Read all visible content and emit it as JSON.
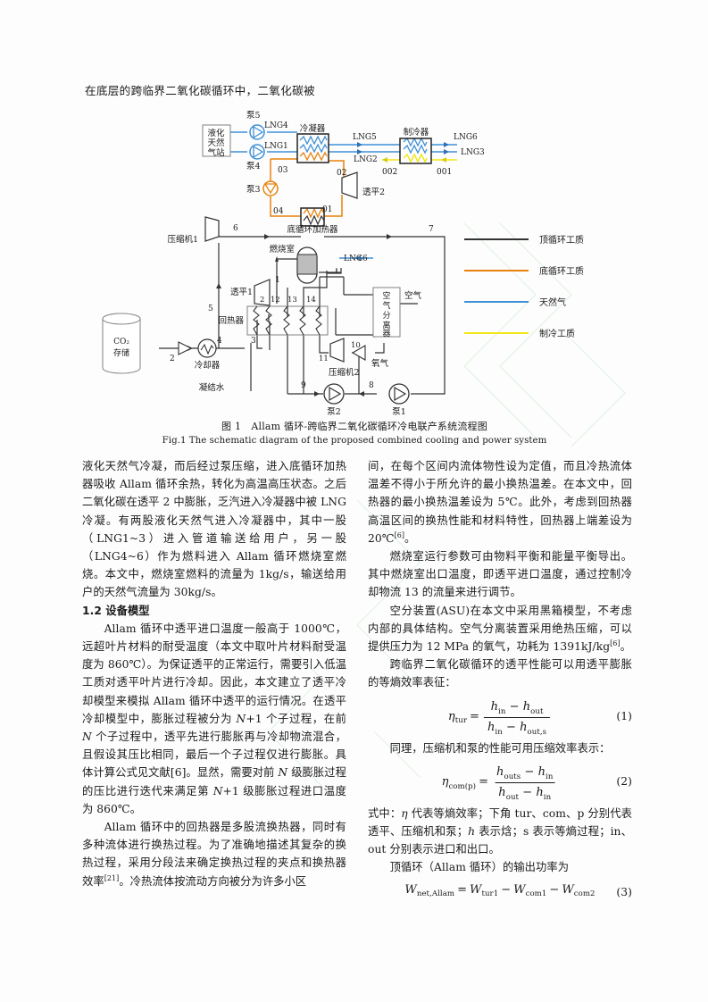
{
  "intro": {
    "line": "在底层的跨临界二氧化碳循环中，二氧化碳被"
  },
  "figure": {
    "caption_cn": "图 1　Allam 循环-跨临界二氧化碳循环冷电联产系统流程图",
    "caption_en": "Fig.1 The schematic diagram of the proposed combined cooling and power system",
    "colors": {
      "top_cycle": "#333333",
      "bottom_cycle": "#e8820c",
      "natural_gas": "#3f90d6",
      "refrigerant": "#f2e713",
      "box_stroke": "#222222",
      "component_gray": "#8c8c8c"
    },
    "legend": [
      {
        "label": "顶循环工质",
        "color": "#333333"
      },
      {
        "label": "底循环工质",
        "color": "#e8820c"
      },
      {
        "label": "天然气",
        "color": "#3f90d6"
      },
      {
        "label": "制冷工质",
        "color": "#f2e713"
      }
    ],
    "components": [
      {
        "name": "lng-station",
        "label": "液化\n天然\n气站"
      },
      {
        "name": "pump5",
        "label": "泵5"
      },
      {
        "name": "pump4",
        "label": "泵4"
      },
      {
        "name": "pump3",
        "label": "泵3"
      },
      {
        "name": "condenser",
        "label": "冷凝器"
      },
      {
        "name": "refrigerator",
        "label": "制冷器"
      },
      {
        "name": "turbine2",
        "label": "透平2"
      },
      {
        "name": "bottom-cycle-heater",
        "label": "底循环加热器"
      },
      {
        "name": "compressor1",
        "label": "压缩机1"
      },
      {
        "name": "combustor",
        "label": "燃烧室"
      },
      {
        "name": "turbine1",
        "label": "透平1"
      },
      {
        "name": "recuperator",
        "label": "回热器"
      },
      {
        "name": "cooler",
        "label": "冷却器"
      },
      {
        "name": "condensate-water",
        "label": "凝结水"
      },
      {
        "name": "co2-storage",
        "label": "CO₂\n存储"
      },
      {
        "name": "air-separation-unit",
        "label": "空\n气\n分\n离\n器"
      },
      {
        "name": "air",
        "label": "空气"
      },
      {
        "name": "oxygen",
        "label": "氧气"
      },
      {
        "name": "compressor2",
        "label": "压缩机2"
      },
      {
        "name": "pump1",
        "label": "泵1"
      },
      {
        "name": "pump2",
        "label": "泵2"
      }
    ],
    "stream_labels": [
      "LNG4",
      "LNG1",
      "LNG5",
      "LNG2",
      "LNG6",
      "LNG3",
      "03",
      "02",
      "04",
      "01",
      "002",
      "001",
      "1",
      "2",
      "3",
      "4",
      "5",
      "6",
      "7",
      "8",
      "9",
      "10",
      "11",
      "12",
      "13",
      "14"
    ]
  },
  "left_column": {
    "p1": "液化天然气冷凝，而后经过泵压缩，进入底循环加热器吸收 Allam 循环余热，转化为高温高压状态。之后二氧化碳在透平 2 中膨胀，乏汽进入冷凝器中被 LNG 冷凝。有两股液化天然气进入冷凝器中，其中一股（LNG1~3）进入管道输送给用户，另一股（LNG4~6）作为燃料进入 Allam 循环燃烧室燃烧。本文中，燃烧室燃料的流量为 1kg/s，输送给用户的天然气流量为 30kg/s。",
    "subhead": "1.2 设备模型",
    "p2_a": "Allam 循环中透平进口温度一般高于 1000℃，远超叶片材料的耐受温度（本文中取叶片材料耐受温度为 860℃）。为保证透平的正常运行，需要引入低温工质对透平叶片进行冷却。因此，本文建立了透平冷却模型来模拟 Allam 循环中透平的运行情况。在透平冷却模型中，膨胀过程被分为 ",
    "p2_N1": "N",
    "p2_b": "+1 个子过程，在前 ",
    "p2_N2": "N",
    "p2_c": " 个子过程中，透平先进行膨胀再与冷却物流混合，且假设其压比相同，最后一个子过程仅进行膨胀。具体计算公式见文献[6]。显然，需要对前 ",
    "p2_N3": "N",
    "p2_d": " 级膨胀过程的压比进行迭代来满足第 ",
    "p2_N4": "N",
    "p2_e": "+1 级膨胀过程进口温度为 860℃。",
    "p3_a": "Allam 循环中的回热器是多股流换热器，同时有多种流体进行换热过程。为了准确地描述其复杂的换热过程，采用分段法来确定换热过程的夹点和换热器效率",
    "p3_sup": "[21]",
    "p3_b": "。冷热流体按流动方向被分为许多小区"
  },
  "right_column": {
    "p1": "间，在每个区间内流体物性设为定值，而且冷热流体温差不得小于所允许的最小换热温差。在本文中，回热器的最小换热温差设为 5℃。此外，考虑到回热器高温区间的换热性能和材料特性，回热器上端差设为 20℃",
    "p1_sup": "[6]",
    "p1_end": "。",
    "p2": "燃烧室运行参数可由物料平衡和能量平衡导出。其中燃烧室出口温度，即透平进口温度，通过控制冷却物流 13 的流量来进行调节。",
    "p3_a": "空分装置(ASU)在本文中采用黑箱模型，不考虑内部的具体结构。空气分离装置采用绝热压缩，可以提供压力为 12 MPa 的氧气，功耗为 1391kJ/kg",
    "p3_sup": "[6]",
    "p3_b": "。",
    "p4": "跨临界二氧化碳循环的透平性能可以用透平膨胀的等熵效率表征：",
    "eq1": {
      "lhs_sym": "η",
      "lhs_sub": "tur",
      "num_a": "h",
      "num_a_sub": "in",
      "num_b": "h",
      "num_b_sub": "out",
      "den_a": "h",
      "den_a_sub": "in",
      "den_b": "h",
      "den_b_sub": "out,s",
      "number": "(1)"
    },
    "p5": "同理，压缩机和泵的性能可用压缩效率表示：",
    "eq2": {
      "lhs_sym": "η",
      "lhs_sub": "com(p)",
      "num_a": "h",
      "num_a_sub": "outs",
      "num_b": "h",
      "num_b_sub": "in",
      "den_a": "h",
      "den_a_sub": "out",
      "den_b": "h",
      "den_b_sub": "in",
      "number": "(2)"
    },
    "p6_a": "式中：",
    "p6_eta": "η",
    "p6_b": " 代表等熵效率；下角 tur、com、p 分别代表透平、压缩机和泵；",
    "p6_h": "h",
    "p6_c": " 表示焓；s 表示等熵过程；in、out 分别表示进口和出口。",
    "p7": "顶循环（Allam 循环）的输出功率为",
    "eq3": {
      "lhs": "W",
      "lhs_sub": "net,Allam",
      "t1": "W",
      "t1_sub": "tur1",
      "t2": "W",
      "t2_sub": "com1",
      "t3": "W",
      "t3_sub": "com2",
      "number": "(3)"
    }
  }
}
